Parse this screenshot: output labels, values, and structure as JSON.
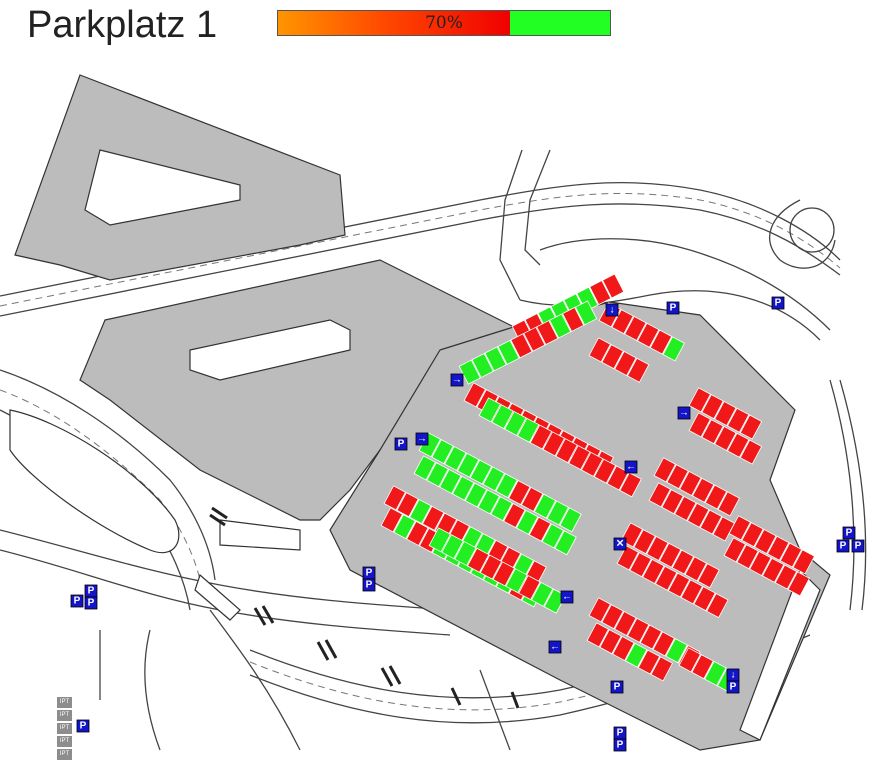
{
  "title": "Parkplatz 1",
  "occupancy": {
    "percent": 70,
    "label": "70%"
  },
  "colors": {
    "occupied": "#f01818",
    "free": "#22ee22",
    "lot_surface": "#bcbcbc",
    "sign_blue": "#1414c8",
    "bar_orange": "#ff9500",
    "bar_red": "#f00000",
    "bar_green": "#22ff22"
  },
  "sign_labels": {
    "parking": "P",
    "arrow_right": "→",
    "arrow_left": "←",
    "arrow_down": "↓",
    "closed": "✕"
  },
  "icons": [
    "parking-sign-icon",
    "arrow-right-sign-icon",
    "arrow-left-sign-icon",
    "arrow-down-sign-icon",
    "closed-sign-icon"
  ],
  "legend_tags": [
    "IPT",
    "IPT",
    "IPT",
    "IPT",
    "IPT"
  ]
}
